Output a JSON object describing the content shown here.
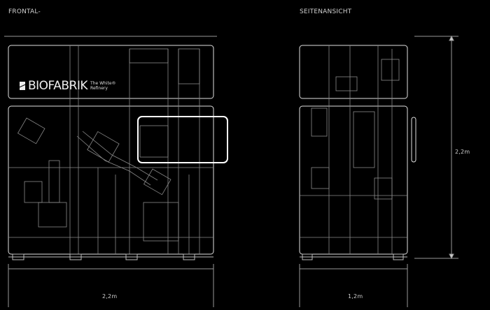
{
  "views": {
    "front": {
      "title": "FRONTAL-",
      "width_label": "2,2m"
    },
    "side": {
      "title": "SEITENANSICHT",
      "width_label": "1,2m",
      "height_label": "2,2m"
    }
  },
  "logo": {
    "brand": "BIOFABRIK",
    "tagline_line1": "The White®",
    "tagline_line2": "Refinery"
  },
  "colors": {
    "background": "#000000",
    "lines": "#d0d0d0"
  }
}
